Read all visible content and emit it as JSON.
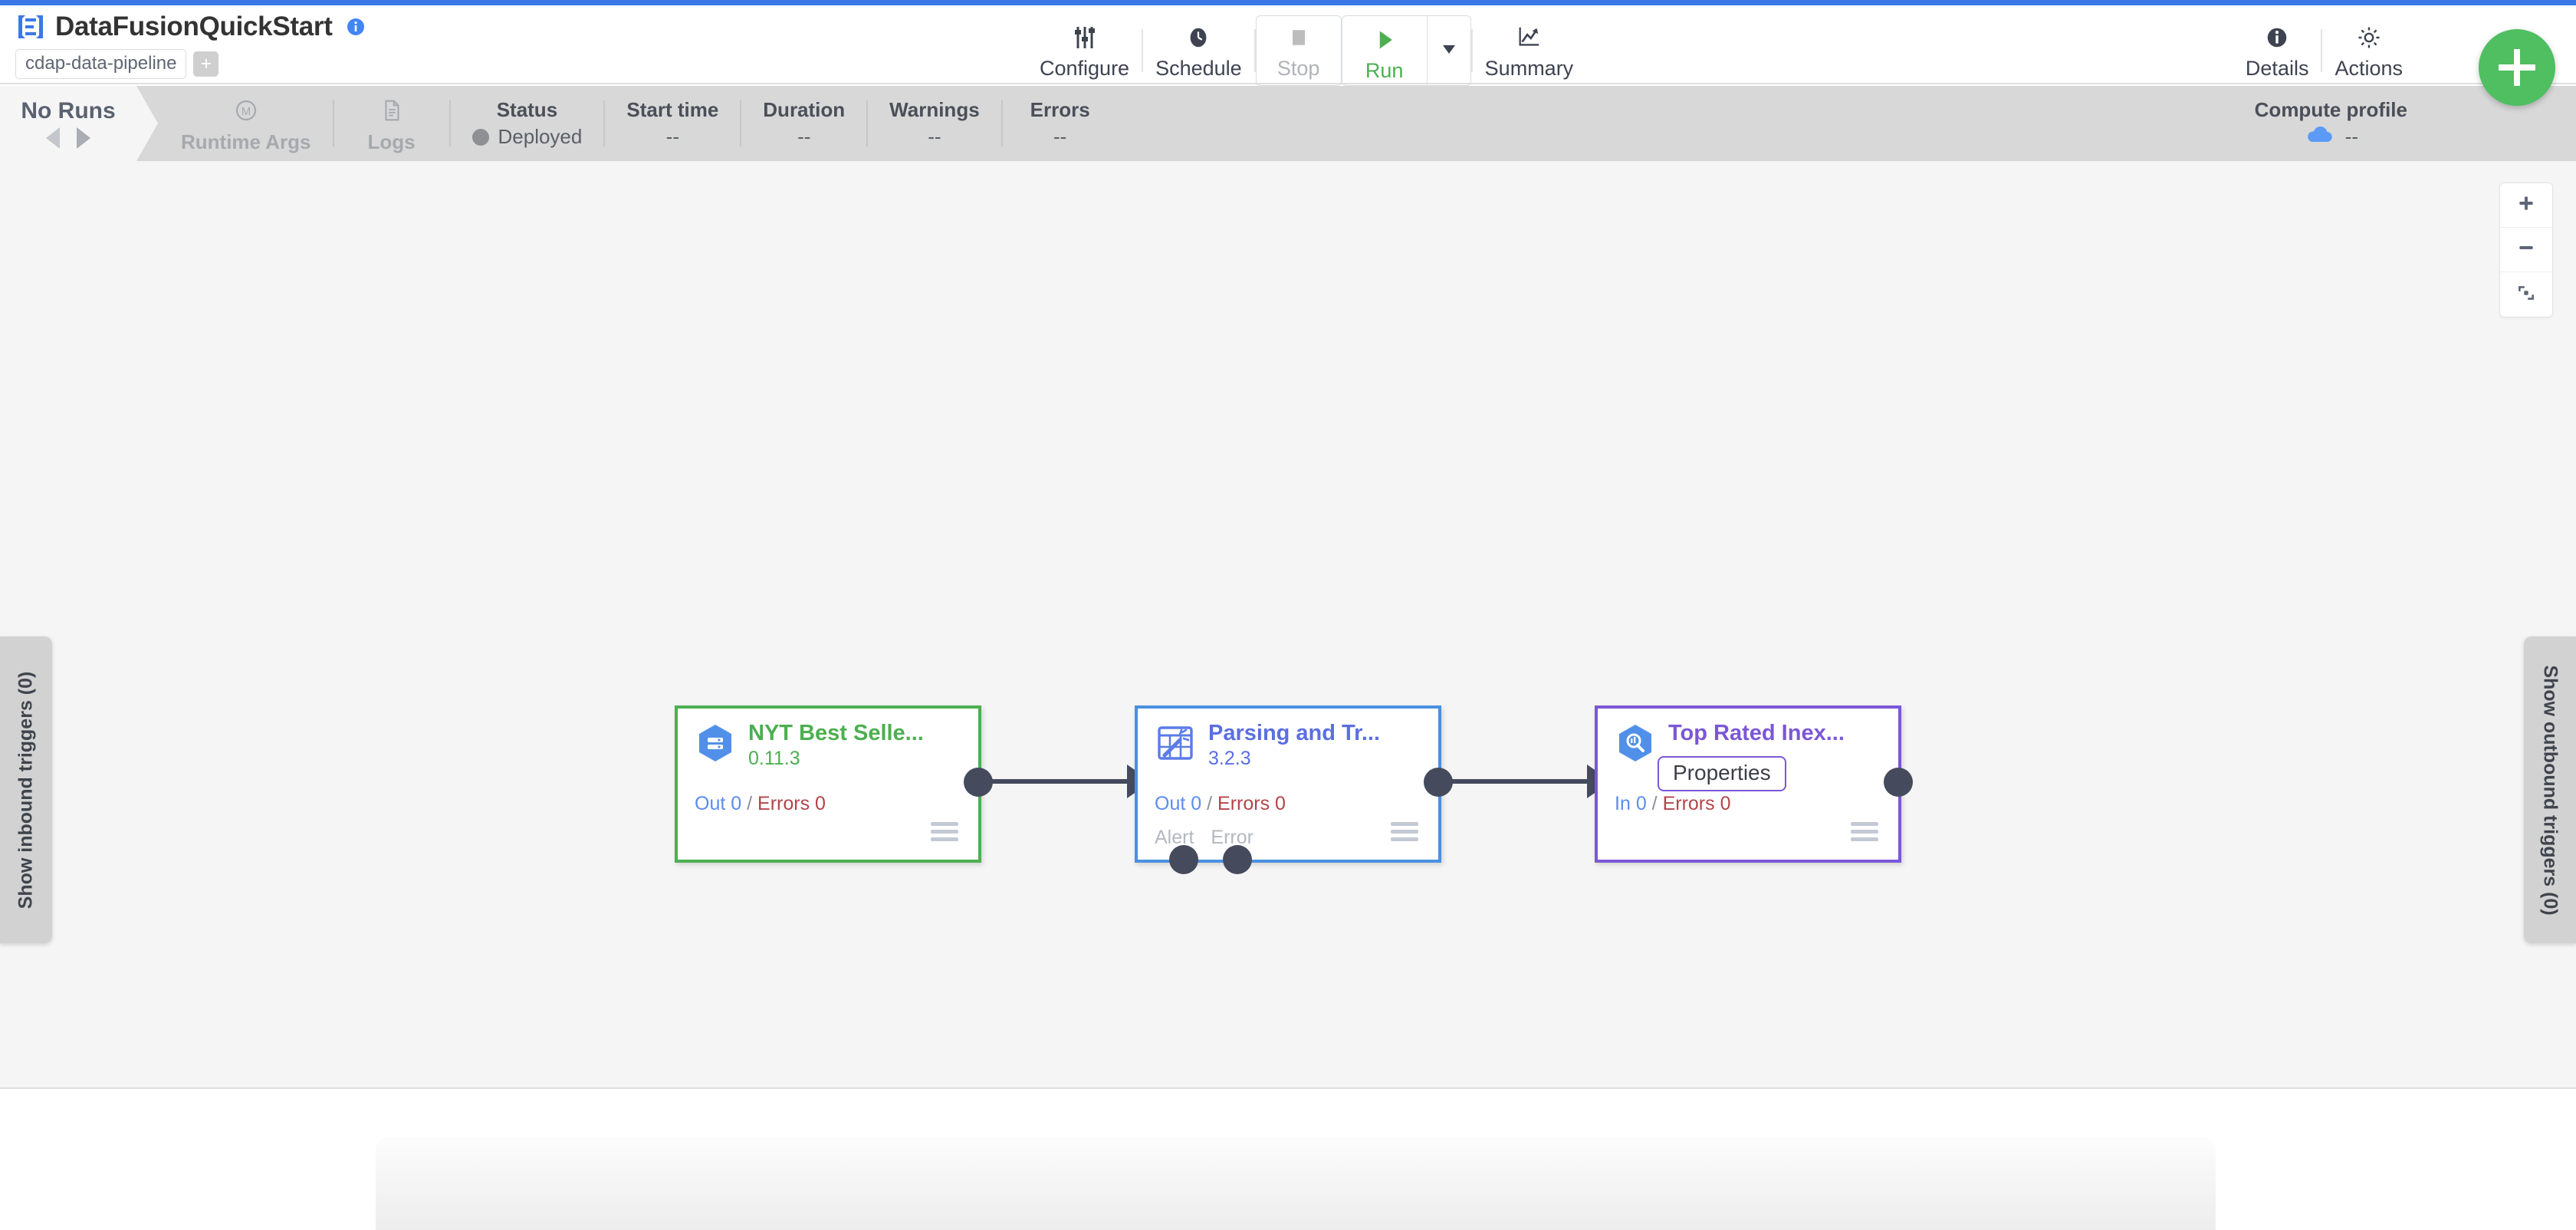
{
  "app": {
    "title": "DataFusionQuickStart",
    "logo_icon": "cdap-logo-icon",
    "info_icon": "info-icon",
    "artifact_chip": "cdap-data-pipeline",
    "add_chip_label": "+"
  },
  "toolbar": {
    "items": [
      {
        "label": "Configure",
        "icon": "sliders-icon"
      },
      {
        "label": "Schedule",
        "icon": "clock-icon"
      },
      {
        "label": "Stop",
        "icon": "stop-square-icon"
      },
      {
        "label": "Run",
        "icon": "play-triangle-icon"
      },
      {
        "label": "Summary",
        "icon": "line-chart-icon"
      }
    ],
    "run_caret_icon": "caret-down-icon",
    "details": {
      "label": "Details",
      "icon": "info-circle-icon"
    },
    "actions": {
      "label": "Actions",
      "icon": "gear-icon"
    },
    "fab": {
      "label": "+",
      "icon": "plus-icon",
      "color": "#4fbf62"
    }
  },
  "runbar": {
    "runs_label": "No Runs",
    "prev_icon": "caret-left-icon",
    "next_icon": "caret-right-icon",
    "runtime_args": {
      "label": "Runtime Args",
      "icon": "macro-m-icon"
    },
    "logs": {
      "label": "Logs",
      "icon": "document-icon"
    },
    "metrics": [
      {
        "head": "Status",
        "value": "Deployed",
        "has_dot": true
      },
      {
        "head": "Start time",
        "value": "--"
      },
      {
        "head": "Duration",
        "value": "--"
      },
      {
        "head": "Warnings",
        "value": "--"
      },
      {
        "head": "Errors",
        "value": "--"
      }
    ],
    "compute_profile": {
      "head": "Compute profile",
      "value": "--",
      "icon": "cloud-icon"
    }
  },
  "canvas": {
    "zoom_in_icon": "plus-icon",
    "zoom_out_icon": "minus-icon",
    "fit_icon": "fit-to-screen-icon",
    "inbound_tab": "Show inbound triggers (0)",
    "outbound_tab": "Show outbound triggers (0)",
    "nodes": [
      {
        "id": "source",
        "name": "NYT Best Selle...",
        "version": "0.11.3",
        "icon": "bigquery-source-icon",
        "metrics": {
          "in_out_label": "Out",
          "in_out_value": "0",
          "errors_label": "Errors",
          "errors_value": "0"
        },
        "ports": [],
        "accent": "#4caf50"
      },
      {
        "id": "transform",
        "name": "Parsing and Tr...",
        "version": "3.2.3",
        "icon": "wrangler-icon",
        "metrics": {
          "in_out_label": "Out",
          "in_out_value": "0",
          "errors_label": "Errors",
          "errors_value": "0"
        },
        "ports": [
          "Alert",
          "Error"
        ],
        "accent": "#4a90e2"
      },
      {
        "id": "sink",
        "name": "Top Rated Inex...",
        "version": "",
        "icon": "bigquery-sink-icon",
        "tooltip": "Properties",
        "metrics": {
          "in_out_label": "In",
          "in_out_value": "0",
          "errors_label": "Errors",
          "errors_value": "0"
        },
        "ports": [],
        "accent": "#7b57d6"
      }
    ]
  }
}
